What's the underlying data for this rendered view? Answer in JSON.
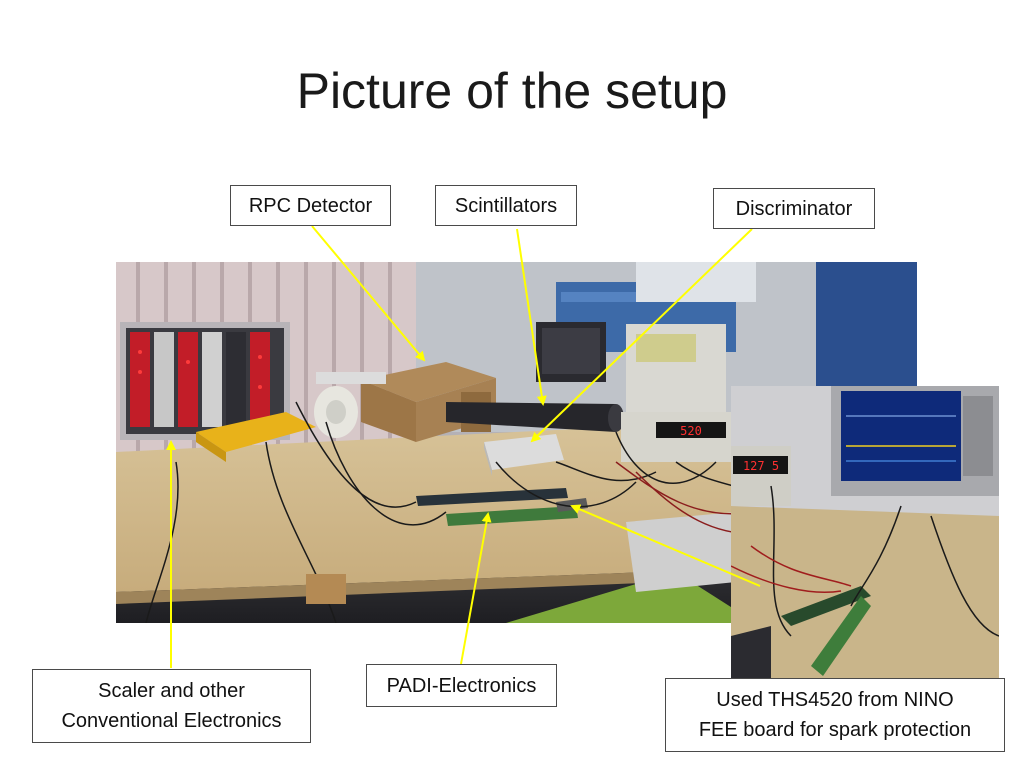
{
  "slide": {
    "title": "Picture of the setup"
  },
  "labels": {
    "rpc_detector": "RPC Detector",
    "scintillators": "Scintillators",
    "discriminator": "Discriminator",
    "scaler_line1": "Scaler and other",
    "scaler_line2": "Conventional Electronics",
    "padi": "PADI-Electronics",
    "ths_line1": "Used THS4520 from NINO",
    "ths_line2": "FEE board for spark protection"
  },
  "photo_text": {
    "power_supply_display": "520",
    "inset_display": "127 5"
  },
  "colors": {
    "arrow": "#ffff00",
    "label_border": "#4a4a4a",
    "title": "#1a1a1a"
  }
}
